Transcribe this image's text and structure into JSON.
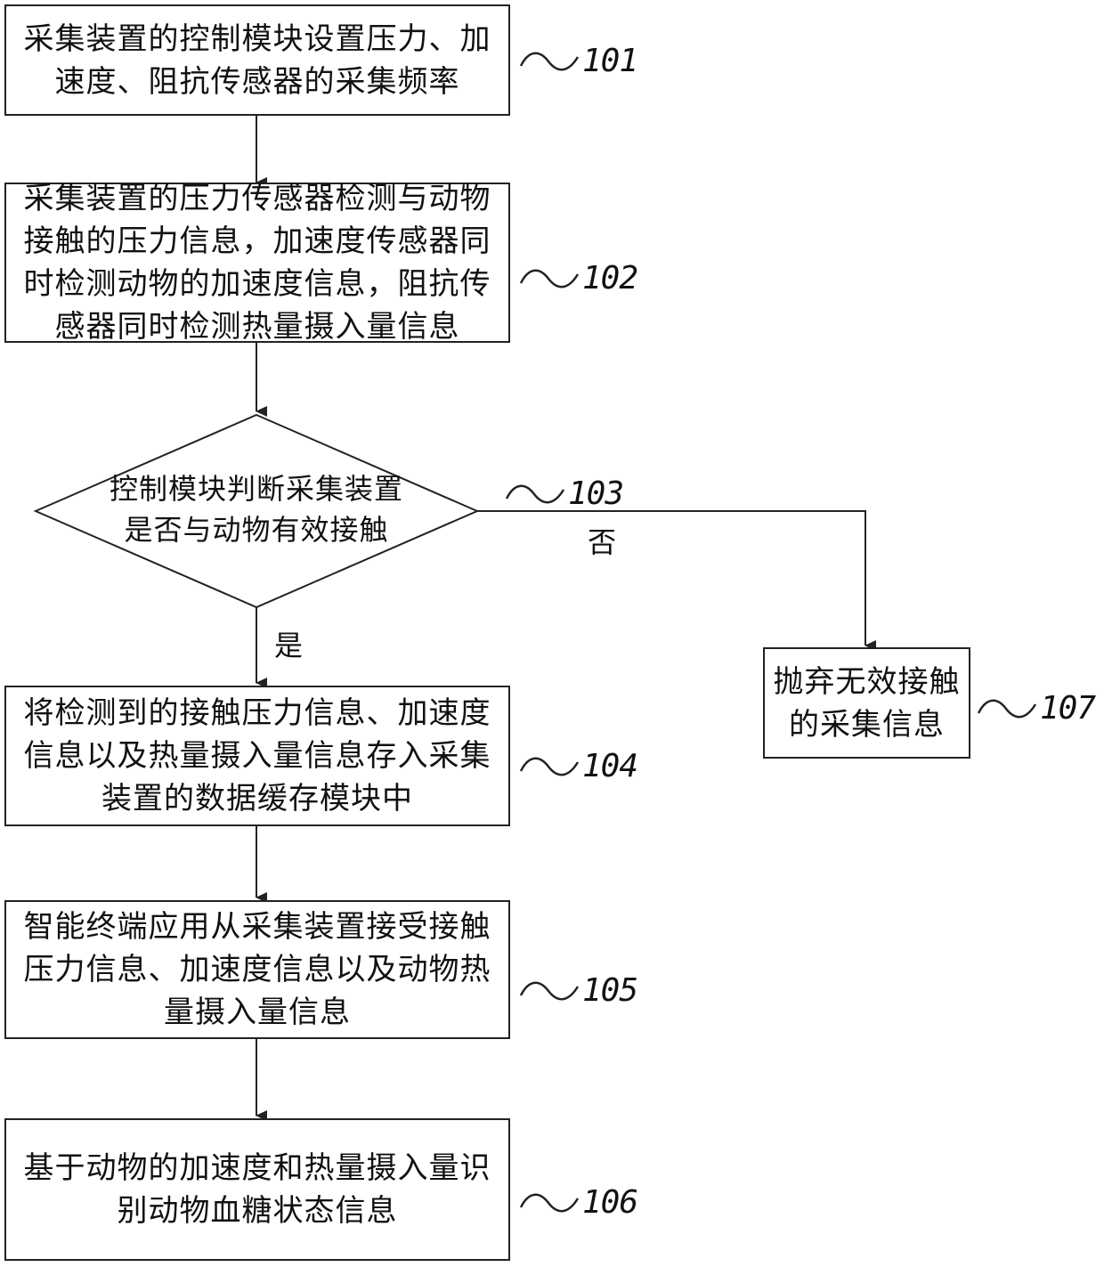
{
  "steps": {
    "s101": {
      "text": "采集装置的控制模块设置压力、加\n速度、阻抗传感器的采集频率",
      "ref": "101"
    },
    "s102": {
      "text": "采集装置的压力传感器检测与动物\n接触的压力信息，加速度传感器同\n时检测动物的加速度信息，阻抗传\n感器同时检测热量摄入量信息",
      "ref": "102"
    },
    "s103": {
      "text": "控制模块判断采集装置\n是否与动物有效接触",
      "ref": "103"
    },
    "s104": {
      "text": "将检测到的接触压力信息、加速度\n信息以及热量摄入量信息存入采集\n装置的数据缓存模块中",
      "ref": "104"
    },
    "s105": {
      "text": "智能终端应用从采集装置接受接触\n压力信息、加速度信息以及动物热\n量摄入量信息",
      "ref": "105"
    },
    "s106": {
      "text": "基于动物的加速度和热量摄入量识\n别动物血糖状态信息",
      "ref": "106"
    },
    "s107": {
      "text": "抛弃无效接触\n的采集信息",
      "ref": "107"
    }
  },
  "branch_labels": {
    "yes": "是",
    "no": "否"
  }
}
